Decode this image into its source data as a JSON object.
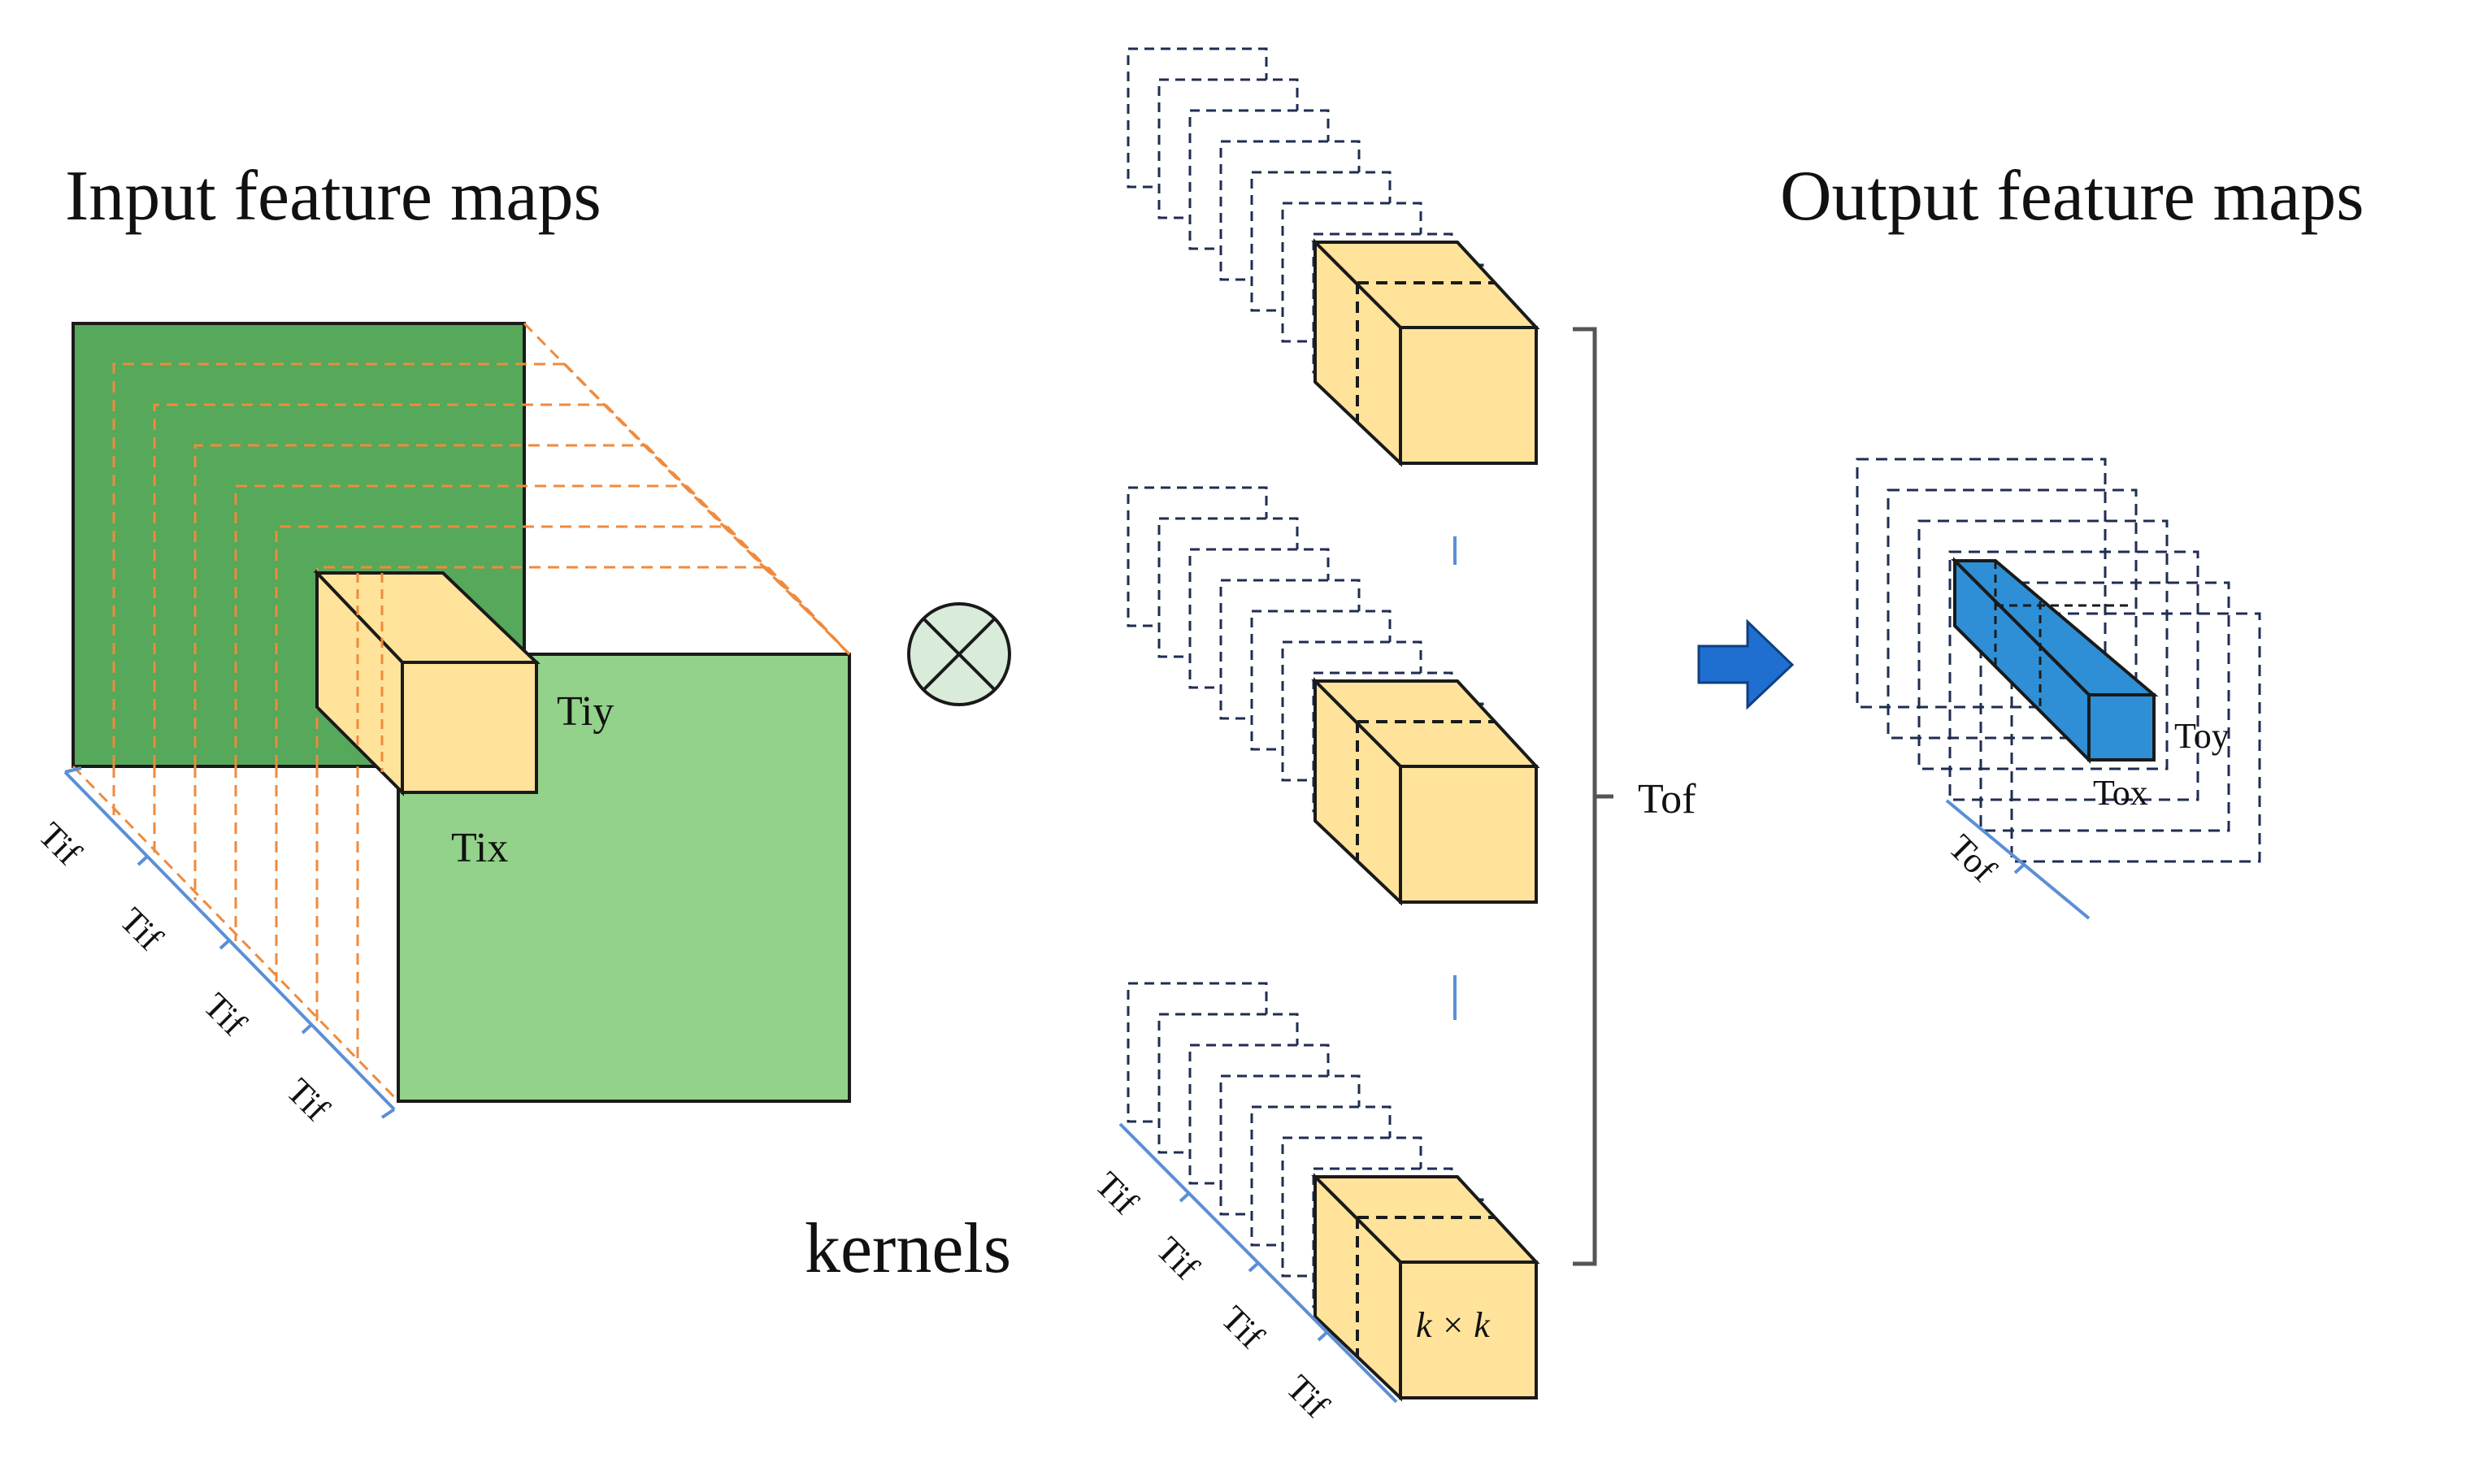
{
  "diagram": {
    "input_title": "Input feature maps",
    "output_title": "Output feature maps",
    "kernels_label": "kernels",
    "input_tile_height_label": "Tiy",
    "input_tile_width_label": "Tix",
    "input_depth_labels": [
      "Tif",
      "Tif",
      "Tif",
      "Tif"
    ],
    "kernel_depth_labels": [
      "Tif",
      "Tif",
      "Tif",
      "Tif"
    ],
    "kernel_group_label": "Tof",
    "kernel_size_label": "k × k",
    "output_tile_height_label": "Toy",
    "output_tile_width_label": "Tox",
    "output_depth_label": "Tof",
    "operator_icon": "convolution-operator-circled-times",
    "flow_icon": "right-arrow-icon",
    "colors": {
      "input_map_dark": "#56a85a",
      "input_map_light": "#92d28a",
      "tile_fill": "#ffe39a",
      "output_block": "#2e8fd6",
      "orange_dash": "#f08a3c",
      "navy_dash": "#1f2d52",
      "axis_blue": "#5b8fd6",
      "operator_fill": "#d9ecd9",
      "arrow_fill": "#1f6fd0"
    }
  }
}
